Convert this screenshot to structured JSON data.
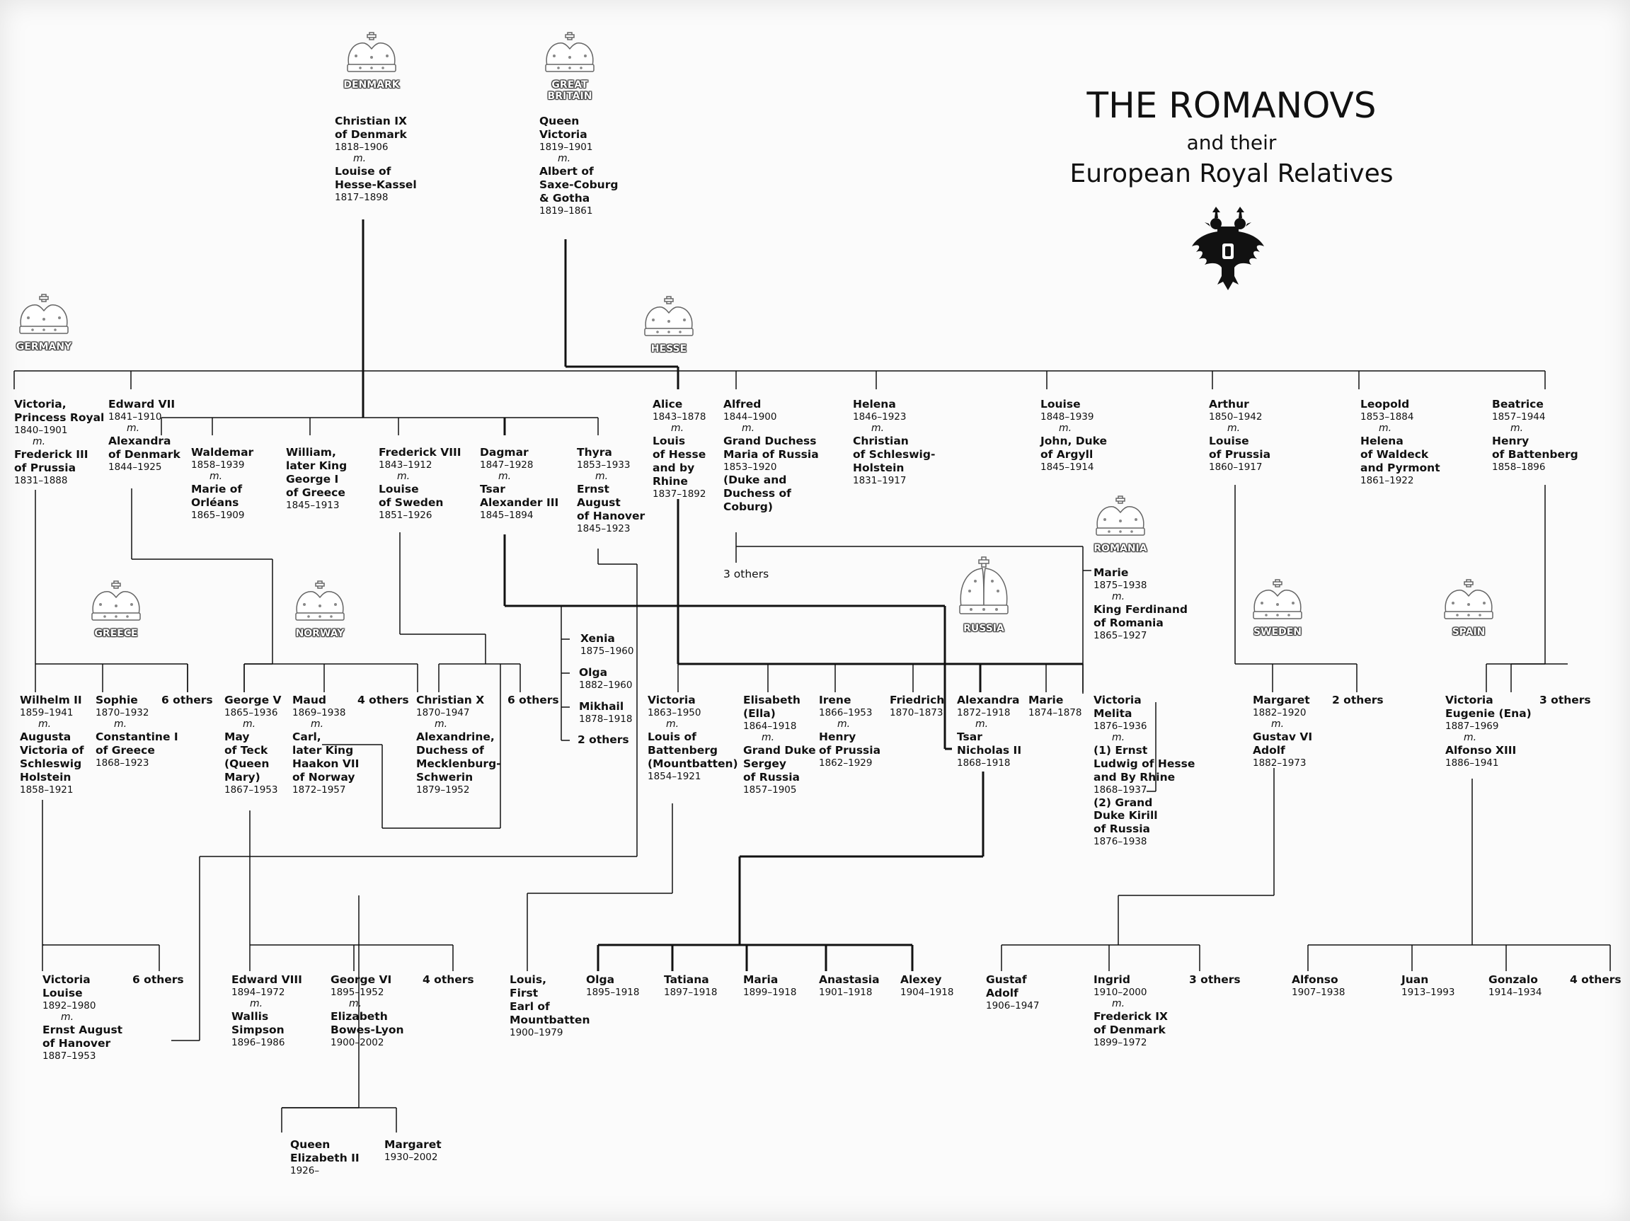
{
  "title": {
    "line1": "THE ROMANOVS",
    "line2": "and their",
    "line3": "European Royal Relatives"
  },
  "houses": {
    "denmark": "DENMARK",
    "gb1": "GREAT",
    "gb2": "BRITAIN",
    "germany": "GERMANY",
    "hesse": "HESSE",
    "romania": "ROMANIA",
    "greece": "GREECE",
    "norway": "NORWAY",
    "russia": "RUSSIA",
    "sweden": "SWEDEN",
    "spain": "SPAIN"
  },
  "marriage": "m.",
  "people": {
    "christian9": {
      "name": [
        "Christian IX",
        "of Denmark"
      ],
      "dates": "1818–1906",
      "spouse": [
        "Louise of",
        "Hesse-Kassel"
      ],
      "sdates": "1817–1898"
    },
    "victoria": {
      "name": [
        "Queen",
        "Victoria"
      ],
      "dates": "1819–1901",
      "spouse": [
        "Albert of",
        "Saxe-Coburg",
        "& Gotha"
      ],
      "sdates": "1819–1861"
    },
    "vicroyal": {
      "name": [
        "Victoria,",
        "Princess Royal"
      ],
      "dates": "1840–1901",
      "spouse": [
        "Frederick III",
        "of Prussia"
      ],
      "sdates": "1831–1888"
    },
    "edward7": {
      "name": [
        "Edward VII"
      ],
      "dates": "1841–1910",
      "spouse": [
        "Alexandra",
        "of Denmark"
      ],
      "sdates": "1844–1925"
    },
    "waldemar": {
      "name": [
        "Waldemar"
      ],
      "dates": "1858–1939",
      "spouse": [
        "Marie of",
        "Orléans"
      ],
      "sdates": "1865–1909"
    },
    "george1": {
      "name": [
        "William,",
        "later King",
        "George I",
        "of Greece"
      ],
      "dates": "1845–1913"
    },
    "frederick8": {
      "name": [
        "Frederick VIII"
      ],
      "dates": "1843–1912",
      "spouse": [
        "Louise",
        "of Sweden"
      ],
      "sdates": "1851–1926"
    },
    "dagmar": {
      "name": [
        "Dagmar"
      ],
      "dates": "1847–1928",
      "spouse": [
        "Tsar",
        "Alexander III"
      ],
      "sdates": "1845–1894"
    },
    "thyra": {
      "name": [
        "Thyra"
      ],
      "dates": "1853–1933",
      "spouse": [
        "Ernst",
        "August",
        "of Hanover"
      ],
      "sdates": "1845–1923"
    },
    "alice": {
      "name": [
        "Alice"
      ],
      "dates": "1843–1878",
      "spouse": [
        "Louis",
        "of Hesse",
        "and by",
        "Rhine"
      ],
      "sdates": "1837–1892"
    },
    "alfred": {
      "name": [
        "Alfred"
      ],
      "dates": "1844–1900",
      "spouse": [
        "Grand Duchess",
        "Maria of Russia"
      ],
      "sdates": "1853–1920",
      "extra": [
        "(Duke and",
        "Duchess of",
        "Coburg)"
      ]
    },
    "helena": {
      "name": [
        "Helena"
      ],
      "dates": "1846–1923",
      "spouse": [
        "Christian",
        "of Schleswig-",
        "Holstein"
      ],
      "sdates": "1831–1917"
    },
    "louise": {
      "name": [
        "Louise"
      ],
      "dates": "1848–1939",
      "spouse": [
        "John, Duke",
        "of Argyll"
      ],
      "sdates": "1845–1914"
    },
    "arthur": {
      "name": [
        "Arthur"
      ],
      "dates": "1850–1942",
      "spouse": [
        "Louise",
        "of Prussia"
      ],
      "sdates": "1860–1917"
    },
    "leopold": {
      "name": [
        "Leopold"
      ],
      "dates": "1853–1884",
      "spouse": [
        "Helena",
        "of Waldeck",
        "and Pyrmont"
      ],
      "sdates": "1861–1922"
    },
    "beatrice": {
      "name": [
        "Beatrice"
      ],
      "dates": "1857–1944",
      "spouse": [
        "Henry",
        "of Battenberg"
      ],
      "sdates": "1858–1896"
    },
    "marie_rom": {
      "name": [
        "Marie"
      ],
      "dates": "1875–1938",
      "spouse": [
        "King Ferdinand",
        "of Romania"
      ],
      "sdates": "1865–1927"
    },
    "xenia": {
      "name": [
        "Xenia"
      ],
      "dates": "1875–1960"
    },
    "olga_a": {
      "name": [
        "Olga"
      ],
      "dates": "1882–1960"
    },
    "mikhail": {
      "name": [
        "Mikhail"
      ],
      "dates": "1878–1918"
    },
    "wilhelm2": {
      "name": [
        "Wilhelm II"
      ],
      "dates": "1859–1941",
      "spouse": [
        "Augusta",
        "Victoria of",
        "Schleswig",
        "Holstein"
      ],
      "sdates": "1858–1921"
    },
    "sophie": {
      "name": [
        "Sophie"
      ],
      "dates": "1870–1932",
      "spouse": [
        "Constantine I",
        "of Greece"
      ],
      "sdates": "1868–1923"
    },
    "george5": {
      "name": [
        "George V"
      ],
      "dates": "1865–1936",
      "spouse": [
        "May",
        "of Teck",
        "(Queen",
        "Mary)"
      ],
      "sdates": "1867–1953"
    },
    "maud": {
      "name": [
        "Maud"
      ],
      "dates": "1869–1938",
      "spouse": [
        "Carl,",
        "later King",
        "Haakon VII",
        "of Norway"
      ],
      "sdates": "1872–1957"
    },
    "christian10": {
      "name": [
        "Christian X"
      ],
      "dates": "1870–1947",
      "spouse": [
        "Alexandrine,",
        "Duchess of",
        "Mecklenburg-",
        "Schwerin"
      ],
      "sdates": "1879–1952"
    },
    "vic_batt": {
      "name": [
        "Victoria"
      ],
      "dates": "1863–1950",
      "spouse": [
        "Louis of",
        "Battenberg",
        "(Mountbatten)"
      ],
      "sdates": "1854–1921"
    },
    "ella": {
      "name": [
        "Elisabeth",
        "(Ella)"
      ],
      "dates": "1864–1918",
      "spouse": [
        "Grand Duke",
        "Sergey",
        "of Russia"
      ],
      "sdates": "1857–1905"
    },
    "irene": {
      "name": [
        "Irene"
      ],
      "dates": "1866–1953",
      "spouse": [
        "Henry",
        "of Prussia"
      ],
      "sdates": "1862–1929"
    },
    "friedrich": {
      "name": [
        "Friedrich"
      ],
      "dates": "1870–1873"
    },
    "alexandra": {
      "name": [
        "Alexandra"
      ],
      "dates": "1872–1918",
      "spouse": [
        "Tsar",
        "Nicholas II"
      ],
      "sdates": "1868–1918"
    },
    "marie_h": {
      "name": [
        "Marie"
      ],
      "dates": "1874–1878"
    },
    "vic_melita": {
      "name": [
        "Victoria",
        "Melita"
      ],
      "dates": "1876–1936",
      "spouse": [
        "(1) Ernst",
        "Ludwig of Hesse",
        "and By Rhine"
      ],
      "sdates": "1868–1937",
      "spouse2": [
        "(2) Grand",
        "Duke Kirill",
        "of Russia"
      ],
      "sdates2": "1876–1938"
    },
    "margaret_sw": {
      "name": [
        "Margaret"
      ],
      "dates": "1882–1920",
      "spouse": [
        "Gustav VI",
        "Adolf"
      ],
      "sdates": "1882–1973"
    },
    "ena": {
      "name": [
        "Victoria",
        "Eugenie (Ena)"
      ],
      "dates": "1887–1969",
      "spouse": [
        "Alfonso XIII"
      ],
      "sdates": "1886–1941"
    },
    "vic_louise": {
      "name": [
        "Victoria",
        "Louise"
      ],
      "dates": "1892–1980",
      "spouse": [
        "Ernst August",
        "of Hanover"
      ],
      "sdates": "1887–1953"
    },
    "edward8": {
      "name": [
        "Edward VIII"
      ],
      "dates": "1894–1972",
      "spouse": [
        "Wallis",
        "Simpson"
      ],
      "sdates": "1896–1986"
    },
    "george6": {
      "name": [
        "George VI"
      ],
      "dates": "1895–1952",
      "spouse": [
        "Elizabeth",
        "Bowes-Lyon"
      ],
      "sdates": "1900–2002"
    },
    "mountbatten": {
      "name": [
        "Louis,",
        "First",
        "Earl of",
        "Mountbatten"
      ],
      "dates": "1900–1979"
    },
    "olga": {
      "name": [
        "Olga"
      ],
      "dates": "1895–1918"
    },
    "tatiana": {
      "name": [
        "Tatiana"
      ],
      "dates": "1897–1918"
    },
    "maria": {
      "name": [
        "Maria"
      ],
      "dates": "1899–1918"
    },
    "anastasia": {
      "name": [
        "Anastasia"
      ],
      "dates": "1901–1918"
    },
    "alexey": {
      "name": [
        "Alexey"
      ],
      "dates": "1904–1918"
    },
    "gustaf": {
      "name": [
        "Gustaf",
        "Adolf"
      ],
      "dates": "1906–1947"
    },
    "ingrid": {
      "name": [
        "Ingrid"
      ],
      "dates": "1910–2000",
      "spouse": [
        "Frederick IX",
        "of Denmark"
      ],
      "sdates": "1899–1972"
    },
    "alfonso": {
      "name": [
        "Alfonso"
      ],
      "dates": "1907–1938"
    },
    "juan": {
      "name": [
        "Juan"
      ],
      "dates": "1913–1993"
    },
    "gonzalo": {
      "name": [
        "Gonzalo"
      ],
      "dates": "1914–1934"
    },
    "elizabeth2": {
      "name": [
        "Queen",
        "Elizabeth II"
      ],
      "dates": "1926–"
    },
    "margaret": {
      "name": [
        "Margaret"
      ],
      "dates": "1930–2002"
    }
  },
  "others": {
    "coburg": "3 others",
    "romanov": "2 others",
    "prussia": "6 others",
    "wales": "4 others",
    "denmark": "6 others",
    "connaught": "2 others",
    "battenberg": "3 others",
    "hanover": "6 others",
    "york": "4 others",
    "sweden": "3 others",
    "spain": "4 others"
  }
}
